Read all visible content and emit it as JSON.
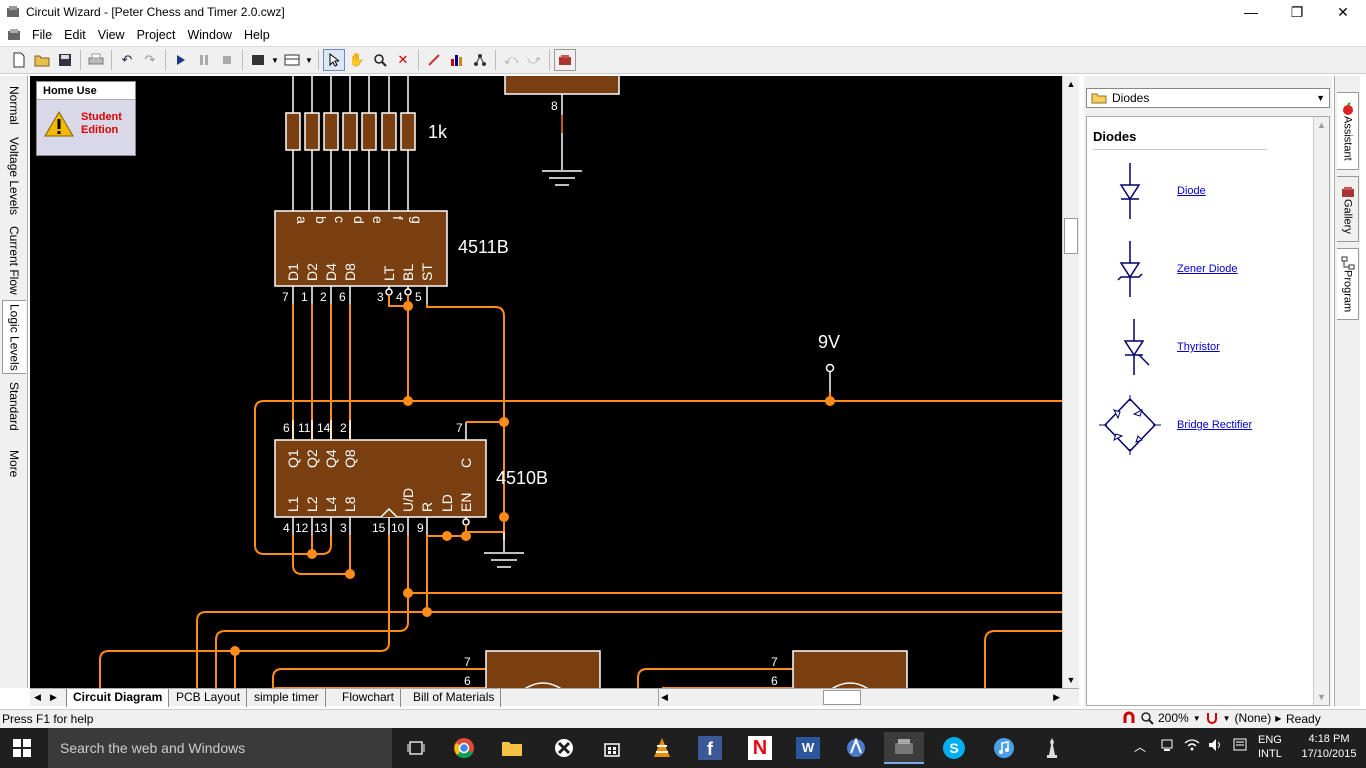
{
  "window": {
    "title": "Circuit Wizard - [Peter Chess and Timer 2.0.cwz]",
    "minimize": "—",
    "maximize": "❐",
    "close": "✕"
  },
  "menu": [
    "File",
    "Edit",
    "View",
    "Project",
    "Window",
    "Help"
  ],
  "side_tabs": [
    "Normal",
    "Voltage Levels",
    "Current Flow",
    "Logic Levels",
    "Standard",
    "More"
  ],
  "edition": {
    "title": "Home Use",
    "line1": "Student",
    "line2": "Edition"
  },
  "schematic": {
    "resistor_label": "1k",
    "chip1": {
      "name": "4511B",
      "top_pins": [
        "a",
        "b",
        "c",
        "d",
        "e",
        "f",
        "g"
      ],
      "bottom_pins": [
        "D1",
        "D2",
        "D4",
        "D8",
        "LT",
        "BL",
        "ST"
      ],
      "pin_numbers": [
        "7",
        "1",
        "2",
        "6",
        "3",
        "4",
        "5"
      ]
    },
    "chip2": {
      "name": "4510B",
      "top_pins": [
        "Q1",
        "Q2",
        "Q4",
        "Q8",
        "C"
      ],
      "bottom_pins": [
        "L1",
        "L2",
        "L4",
        "L8",
        "U/D",
        "R",
        "LD",
        "EN"
      ],
      "top_numbers": [
        "6",
        "11",
        "14",
        "2",
        "7"
      ],
      "bottom_numbers": [
        "4",
        "12",
        "13",
        "3",
        "15",
        "10",
        "9"
      ]
    },
    "supply_label": "9V",
    "top_pin": "8",
    "lower_pins": [
      "7",
      "6",
      "7",
      "6"
    ]
  },
  "bottom_tabs": [
    "Circuit Diagram",
    "PCB Layout",
    "simple timer",
    "Flowchart",
    "Bill of Materials"
  ],
  "gallery": {
    "dropdown": "Diodes",
    "heading": "Diodes",
    "items": [
      "Diode",
      "Zener Diode",
      "Thyristor",
      "Bridge Rectifier"
    ]
  },
  "right_tabs": [
    "Assistant",
    "Gallery",
    "Program"
  ],
  "status": {
    "help": "Press F1 for help",
    "zoom": "200%",
    "mode": "(None)",
    "ready": "Ready"
  },
  "taskbar": {
    "search": "Search the web and Windows",
    "lang1": "ENG",
    "lang2": "INTL",
    "time": "4:18 PM",
    "date": "17/10/2015"
  },
  "colors": {
    "wire": "#ff8c1a",
    "chip": "#7a3f10",
    "canvas": "#000000",
    "link": "#0000cc"
  }
}
